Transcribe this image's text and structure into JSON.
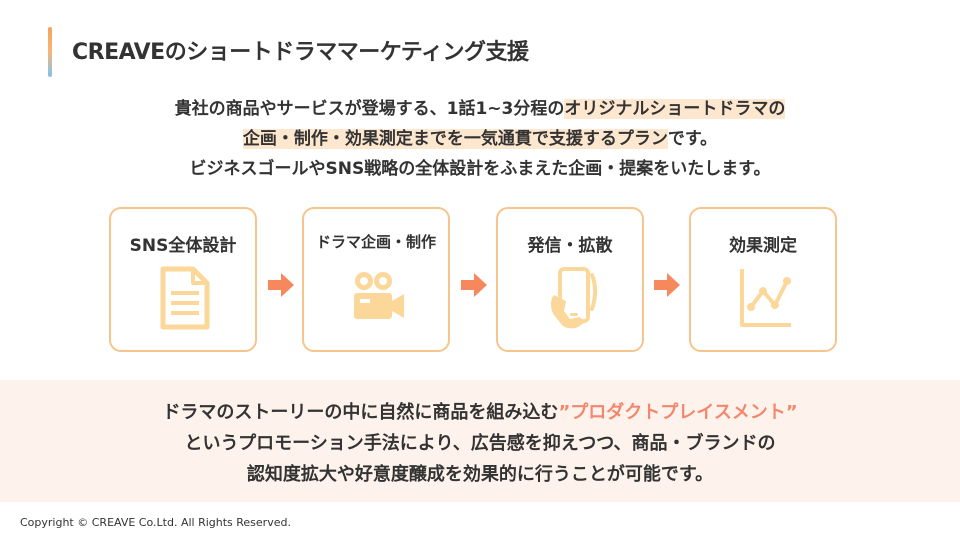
{
  "title": "CREAVEのショートドラママーケティング支援",
  "intro": {
    "line1_plain": "貴社の商品やサービスが登場する、1話1~3分程の",
    "line1_highlight": "オリジナルショートドラマの",
    "line2_highlight": "企画・制作・効果測定までを一気通貫で支援するプラン",
    "line2_plain": "です。",
    "line3": "ビジネスゴールやSNS戦略の全体設計をふまえた企画・提案をいたします。"
  },
  "steps": [
    {
      "label": "SNS全体設計",
      "icon": "document-icon"
    },
    {
      "label": "ドラマ企画・制作",
      "icon": "video-camera-icon"
    },
    {
      "label": "発信・拡散",
      "icon": "smartphone-icon"
    },
    {
      "label": "効果測定",
      "icon": "line-chart-icon"
    }
  ],
  "band": {
    "line1_plain": "ドラマのストーリーの中に自然に商品を組み込む",
    "line1_accent": "”プロダクトプレイスメント”",
    "line2": "というプロモーション手法により、広告感を抑えつつ、商品・ブランドの",
    "line3": "認知度拡大や好意度醸成を効果的に行うことが可能です。"
  },
  "copyright": "Copyright © CREAVE Co.Ltd. All Rights Reserved.",
  "colors": {
    "icon": "#fbd79a",
    "arrow": "#f7875d",
    "border": "#f7c48b",
    "highlight": "#fde7cf",
    "accent": "#f2876d",
    "band": "#fef3ec"
  }
}
